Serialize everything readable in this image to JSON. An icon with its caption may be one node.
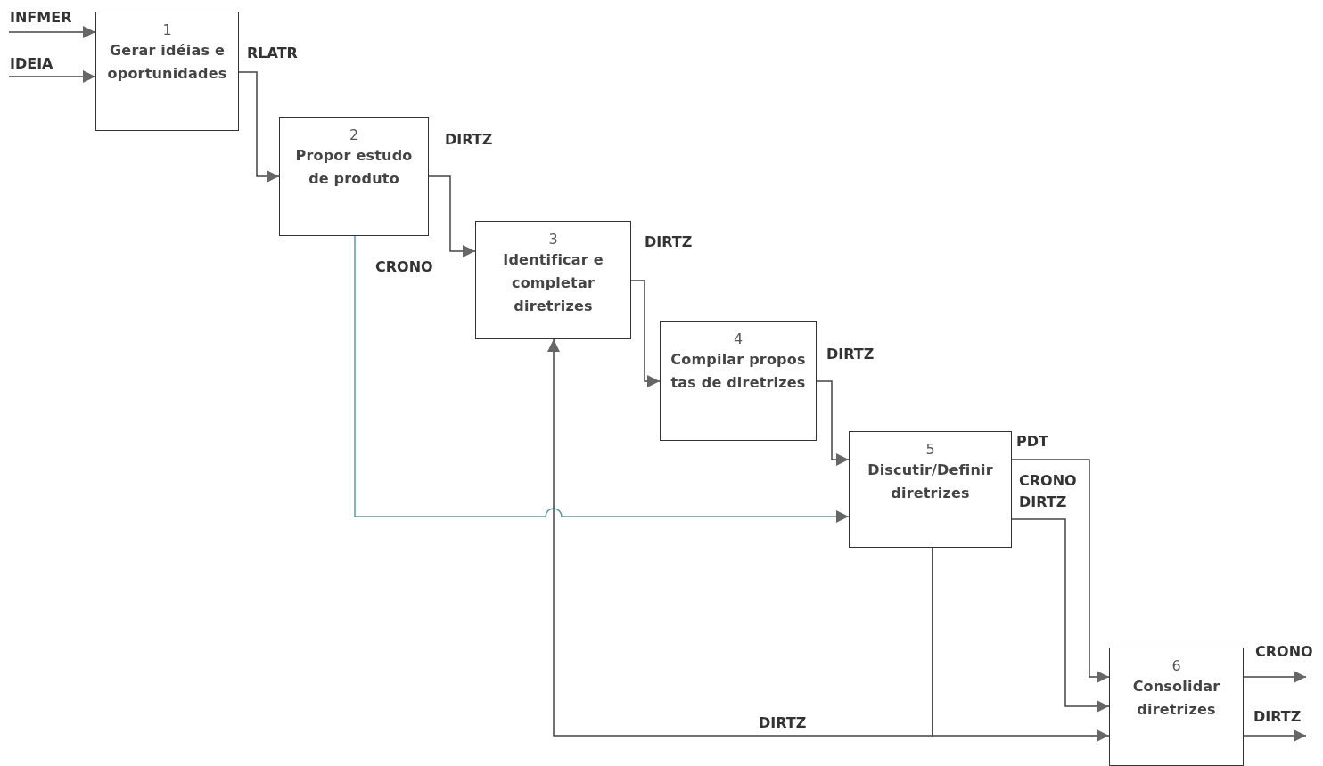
{
  "diagram": {
    "nodes": [
      {
        "text": [
          "1",
          "Gerar idéias e oportunidades"
        ]
      },
      {
        "text": [
          "2",
          "Propor estudo de produto"
        ]
      },
      {
        "text": [
          "3",
          "Identificar e completar diretrizes"
        ]
      },
      {
        "text": [
          "4",
          "Compilar propos tas de diretrizes"
        ]
      },
      {
        "text": [
          "5",
          "Discutir/Definir diretrizes"
        ]
      },
      {
        "text": [
          "6",
          "Consolidar diretrizes"
        ]
      }
    ],
    "edges": [
      {
        "from": null,
        "to": 0,
        "arrow": "to",
        "label": "INFMER"
      },
      {
        "from": null,
        "to": 0,
        "arrow": "to",
        "label": "IDEIA"
      },
      {
        "from": 0,
        "to": 1,
        "arrow": "to",
        "label": "RLATR"
      },
      {
        "from": 1,
        "to": 2,
        "arrow": "to",
        "label": "DIRTZ"
      },
      {
        "from": 1,
        "to": 4,
        "arrow": "to",
        "label": "CRONO",
        "color": "#5b9aa6"
      },
      {
        "from": 2,
        "to": 3,
        "arrow": "to",
        "label": "DIRTZ"
      },
      {
        "from": 3,
        "to": 4,
        "arrow": "to",
        "label": "DIRTZ"
      },
      {
        "from": 4,
        "to": 2,
        "arrow": "to",
        "label": "DIRTZ"
      },
      {
        "from": 4,
        "to": 5,
        "arrow": "to"
      },
      {
        "from": 4,
        "to": 5,
        "arrow": "to",
        "label": "PDT"
      },
      {
        "from": 4,
        "to": 5,
        "arrow": "to",
        "label": "CRONO DIRTZ"
      },
      {
        "from": 5,
        "to": null,
        "arrow": "to",
        "label": "CRONO"
      },
      {
        "from": 5,
        "to": null,
        "arrow": "to",
        "label": "DIRTZ"
      }
    ]
  }
}
